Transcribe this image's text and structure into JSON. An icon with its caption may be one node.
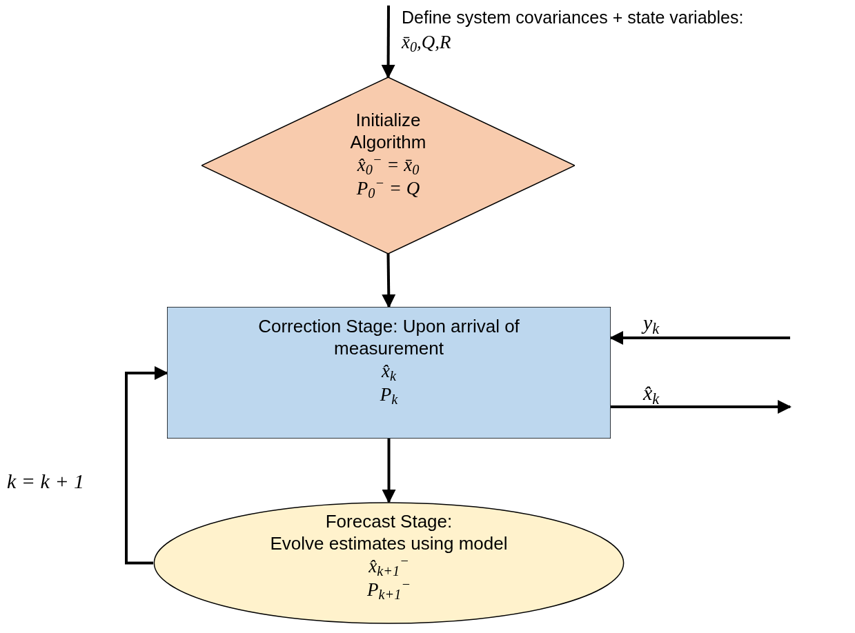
{
  "diagram": {
    "nodes": [
      {
        "text": [
          "Initialize Algorithm",
          "x̂$_{0}$$^{−}$ = x̄$_{0}$",
          "P$_{0}$$^{−}$ = Q"
        ]
      },
      {
        "text": [
          "Correction Stage: Upon arrival of measurement",
          "x̂$_{k}$",
          "P$_{k}$"
        ]
      },
      {
        "text": [
          "Forecast Stage:",
          "Evolve estimates using model",
          "x̂$_{k+1}$$^{−}$",
          "P$_{k+1}$$^{−}$"
        ]
      }
    ],
    "edges": [
      {
        "from": null,
        "to": 0,
        "arrow": "to"
      },
      {
        "from": 0,
        "to": 1,
        "arrow": "to"
      },
      {
        "from": 1,
        "to": 2,
        "arrow": "to"
      },
      {
        "from": 2,
        "to": 1,
        "arrow": "to",
        "label": "k = k + 1"
      },
      {
        "from": null,
        "to": 1,
        "arrow": "to",
        "label": "y$_{k}$"
      },
      {
        "from": 1,
        "to": null,
        "arrow": "to",
        "label": "x̂$_{k}$"
      }
    ],
    "labels": [
      "Define system covariances + state variables:",
      "x̄$_{0}$,Q,R"
    ]
  }
}
